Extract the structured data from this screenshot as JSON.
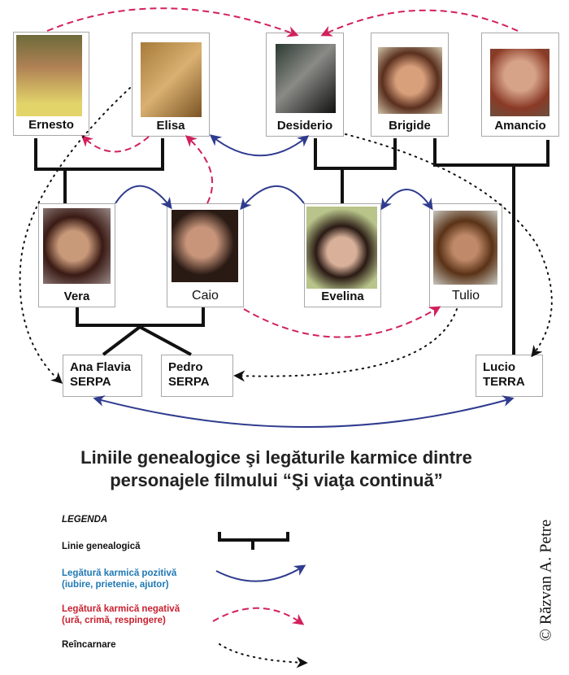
{
  "people": {
    "ernesto": "Ernesto",
    "elisa": "Elisa",
    "desiderio": "Desiderio",
    "brigide": "Brigide",
    "amancio": "Amancio",
    "vera": "Vera",
    "caio": "Caio",
    "evelina": "Evelina",
    "tulio": "Tulio"
  },
  "children": {
    "ana_flavia": [
      "Ana Flavia",
      "SERPA"
    ],
    "pedro": [
      "Pedro",
      "SERPA"
    ],
    "lucio": [
      "Lucio",
      "TERRA"
    ]
  },
  "title": {
    "line1": "Liniile genealogice şi legăturile karmice dintre",
    "line2": "personajele filmului “Şi viaţa continuă”"
  },
  "legend": {
    "heading": "LEGENDA",
    "genealogy": "Linie genealogică",
    "positive": "Legătură karmică pozitivă",
    "positive_desc": "(iubire, prietenie, ajutor)",
    "negative": "Legătură karmică negativă",
    "negative_desc": "(ură, crimă, respingere)",
    "reincarnation": "Reîncarnare"
  },
  "copyright": "© Răzvan A. Petre",
  "colors": {
    "positive": "#2f3b8e",
    "negative": "#d2205c",
    "positive_text": "#1f78b4",
    "negative_text": "#c9202f"
  }
}
